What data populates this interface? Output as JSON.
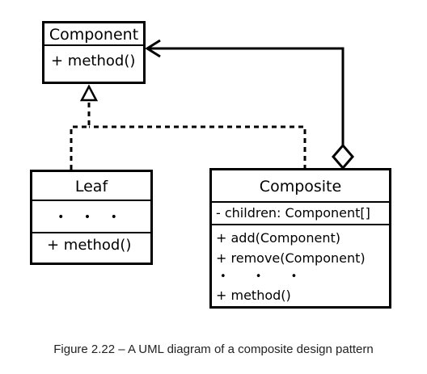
{
  "diagram": {
    "component": {
      "name": "Component",
      "operations": [
        "+ method()"
      ]
    },
    "leaf": {
      "name": "Leaf",
      "ellipsis": "• • •",
      "operations": [
        "+ method()"
      ]
    },
    "composite": {
      "name": "Composite",
      "attributes": [
        "- children: Component[]"
      ],
      "operations": [
        "+ add(Component)",
        "+ remove(Component)",
        "• • •",
        "+ method()"
      ]
    },
    "relations": [
      {
        "type": "realization",
        "from": "Leaf",
        "to": "Component"
      },
      {
        "type": "realization",
        "from": "Composite",
        "to": "Component"
      },
      {
        "type": "aggregation",
        "from": "Composite",
        "to": "Component"
      }
    ]
  },
  "caption": "Figure 2.22 – A UML diagram of a composite design pattern"
}
